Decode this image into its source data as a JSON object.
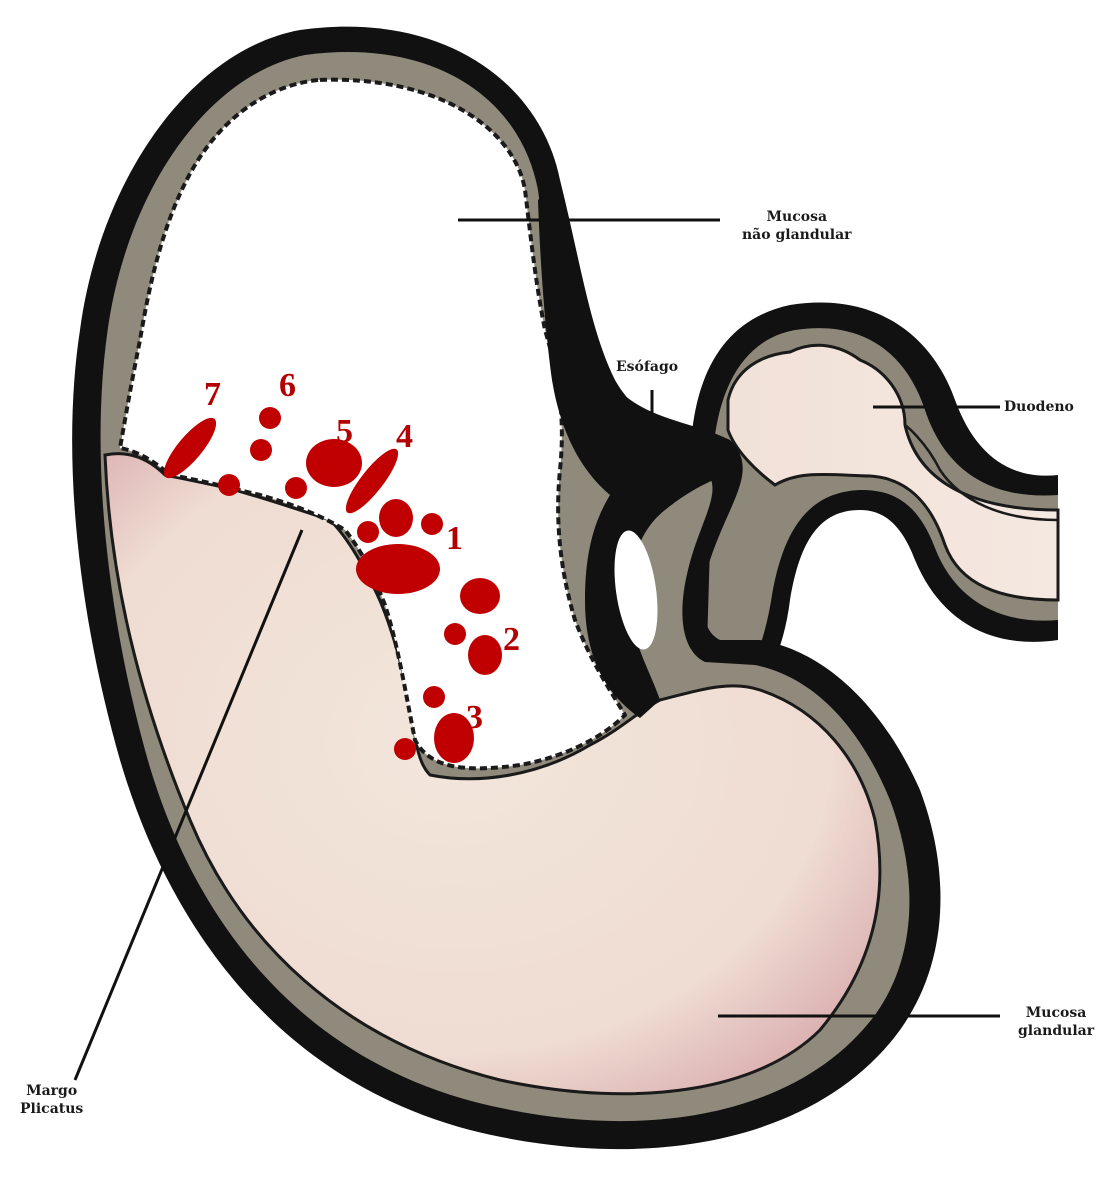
{
  "labels": {
    "mucosa_nao_glandular": [
      "Mucosa",
      "não glandular"
    ],
    "esofago": "Esófago",
    "duodeno": "Duodeno",
    "mucosa_glandular": [
      "Mucosa",
      "glandular"
    ],
    "margo_plicatus": [
      "Margo",
      "Plicatus"
    ]
  },
  "lesion_numbers": [
    "1",
    "2",
    "3",
    "4",
    "5",
    "6",
    "7"
  ],
  "colors": {
    "wall": "#111111",
    "submucosa": "#8a8474",
    "nonglandular_mucosa": "#ffffff",
    "glandular_mucosa": "#f1e3d8",
    "glandular_tint": "#d9a9a9",
    "lesion": "#c00000"
  }
}
